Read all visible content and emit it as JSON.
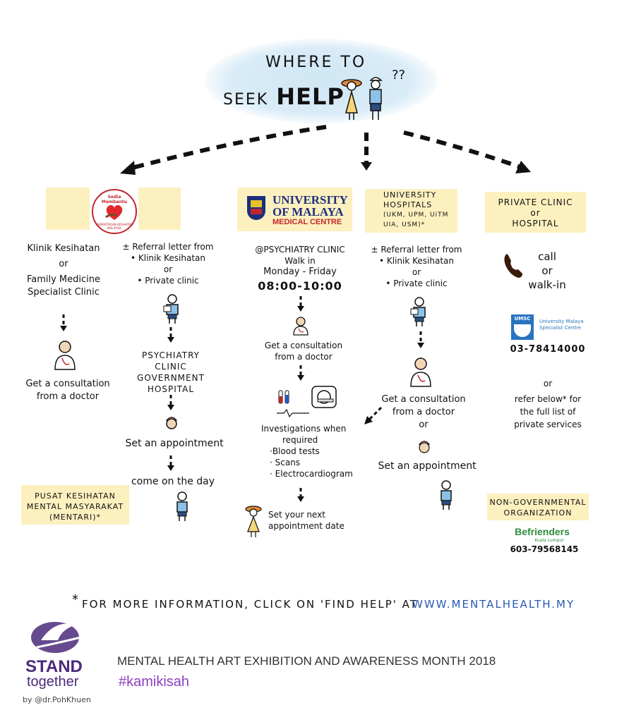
{
  "header": {
    "line1": "WHERE TO",
    "line2": "SEEK",
    "line2_bold": "HELP",
    "question": "??"
  },
  "col1": {
    "logo_top": "Sedia Membantu",
    "logo_ring": "KEMENTERIAN KESIHATAN MALAYSIA",
    "left_heading": [
      "Klinik Kesihatan",
      "or",
      "Family Medicine",
      "Specialist Clinic"
    ],
    "left_consult": [
      "Get a consultation",
      "from a doctor"
    ],
    "right_referral": [
      "± Referral letter from",
      "• Klinik Kesihatan",
      "or",
      "• Private clinic"
    ],
    "right_psy": [
      "PSYCHIATRY",
      "CLINIC",
      "GOVERNMENT",
      "HOSPITAL"
    ],
    "right_appt": "Set an appointment",
    "right_come": "come on the day",
    "mentari": [
      "PUSAT KESIHATAN",
      "MENTAL MASYARAKAT",
      "(MENTARI)*"
    ]
  },
  "col2": {
    "logo_line1": "UNIVERSITY",
    "logo_line2": "OF MALAYA",
    "logo_line3": "MEDICAL CENTRE",
    "clinic": [
      "@PSYCHIATRY CLINIC",
      "Walk in",
      "Monday - Friday"
    ],
    "hours": "08:00-10:00",
    "consult": [
      "Get a consultation",
      "from a doctor"
    ],
    "investigations": [
      "Investigations when",
      "required",
      "·Blood tests",
      "· Scans",
      "· Electrocardiogram"
    ],
    "next": [
      "Set your next",
      "appointment date"
    ]
  },
  "col3": {
    "box": [
      "UNIVERSITY",
      "HOSPITALS",
      "(UKM, UPM, UiTM",
      "UIA, USM)*"
    ],
    "referral": [
      "± Referral letter from",
      "• Klinik Kesihatan",
      "or",
      "• Private clinic"
    ],
    "consult": [
      "Get a consultation",
      "from a doctor",
      "or"
    ],
    "appt": "Set an appointment"
  },
  "col4": {
    "box": [
      "PRIVATE CLINIC",
      "or",
      "HOSPITAL"
    ],
    "call": [
      "call",
      "or",
      "walk-in"
    ],
    "umsc_abbr": "UMSC",
    "umsc_name": [
      "University Malaya",
      "Specialist Centre"
    ],
    "umsc_phone": "03-78414000",
    "or": "or",
    "refer": [
      "refer below* for",
      "the full list of",
      "private services"
    ],
    "ngo": [
      "NON-GOVERNMENTAL",
      "ORGANIZATION"
    ],
    "befrienders": "Befrienders",
    "befrienders_sub": "Kuala Lumpur",
    "ngo_phone": "603-79568145"
  },
  "footer": {
    "star": "*",
    "info": "FOR MORE INFORMATION, CLICK ON 'FIND HELP' AT",
    "url": "WWW.MENTALHEALTH.MY",
    "stand": "STAND",
    "together": "together",
    "by": "by @dr.PohKhuen",
    "title": "MENTAL HEALTH ART EXHIBITION AND AWARENESS MONTH 2018",
    "hashtag": "#kamikisah"
  },
  "colors": {
    "box": "#fdf0bf",
    "cloud": "#cfe6f4",
    "umsc_red": "#c0262d",
    "umsc_blue": "#1c2f7c",
    "url_blue": "#2a58b5",
    "hashtag": "#8a3fc0",
    "purple": "#4b2a7b"
  }
}
